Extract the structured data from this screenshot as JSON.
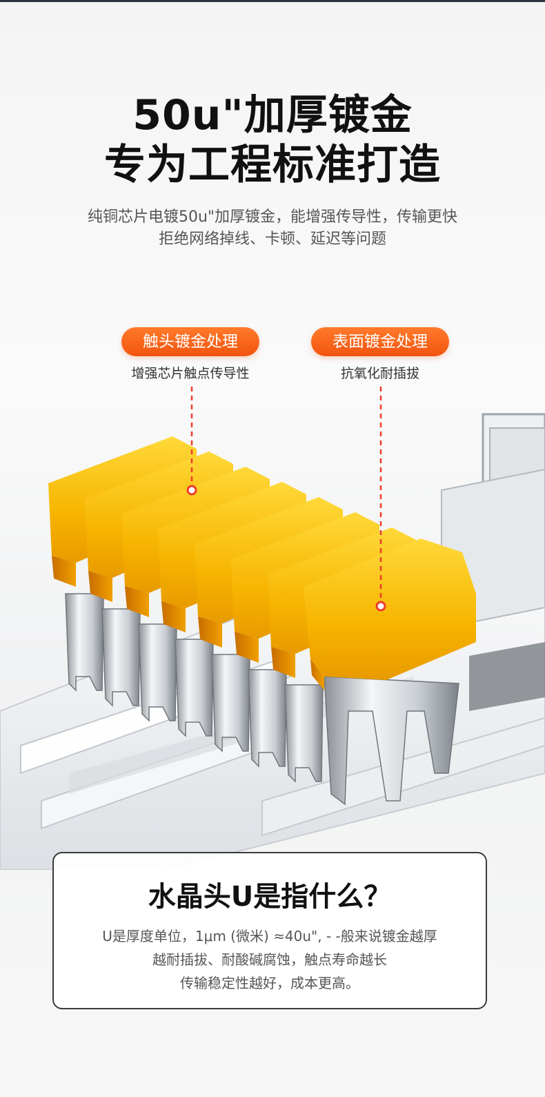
{
  "hero": {
    "title_line1": "50u\"加厚镀金",
    "title_line2": "专为工程标准打造",
    "subtitle_line1": "纯铜芯片电镀50u\"加厚镀金，能增强传导性，传输更快",
    "subtitle_line2": "拒绝网络掉线、卡顿、延迟等问题"
  },
  "callouts": [
    {
      "label": "触头镀金处理",
      "desc": "增强芯片触点传导性"
    },
    {
      "label": "表面镀金处理",
      "desc": "抗氧化耐插拔"
    }
  ],
  "info_card": {
    "title": "水晶头U是指什么？",
    "line1": "U是厚度单位，1μm (微米) ≈40u\", - -般来说镀金越厚",
    "line2": "越耐插拔、耐酸碱腐蚀，触点寿命越长",
    "line3": "传输稳定性越好，成本更高。"
  },
  "colors": {
    "accent_orange": "#f2540f",
    "gold": "#f5b800",
    "title_text": "#111111"
  },
  "icons": [
    "rj45-gold-contacts-illustration",
    "callout-marker-dot"
  ]
}
